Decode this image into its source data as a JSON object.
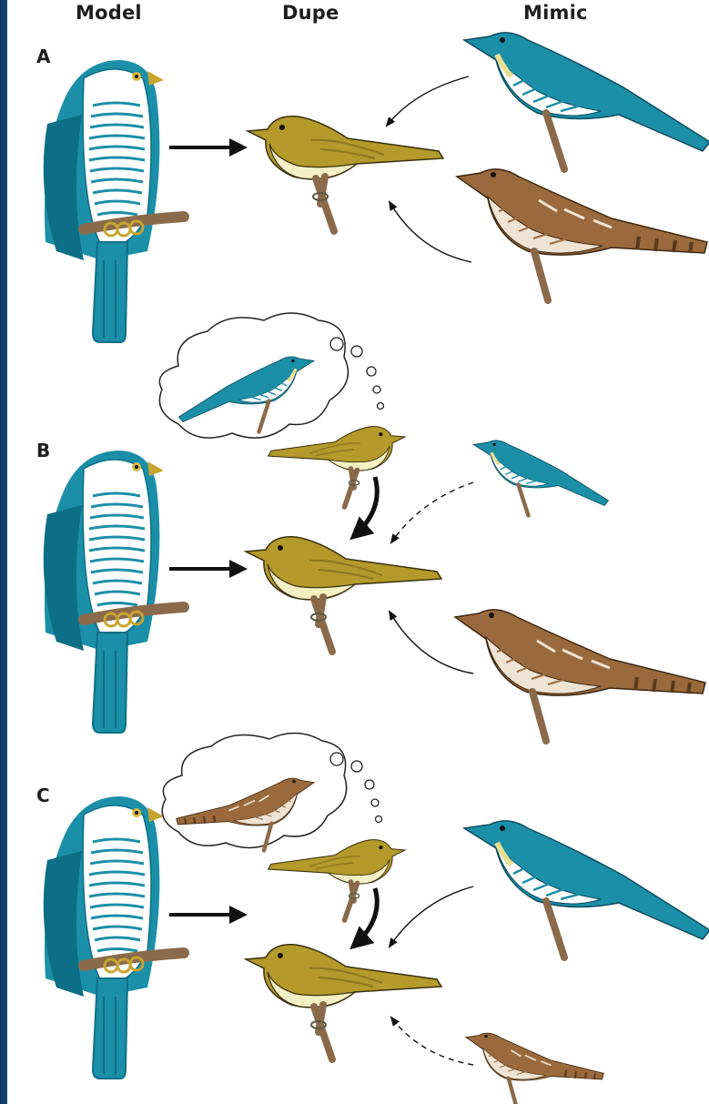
{
  "headers": {
    "model": "Model",
    "dupe": "Dupe",
    "mimic": "Mimic"
  },
  "rows": [
    {
      "label": "A",
      "thought": null,
      "mimic_arrows": [
        "solid",
        "solid"
      ]
    },
    {
      "label": "B",
      "thought": "blue-cuckoo",
      "mimic_arrows": [
        "dashed",
        "solid"
      ]
    },
    {
      "label": "C",
      "thought": "brown-cuckoo",
      "mimic_arrows": [
        "solid",
        "dashed"
      ]
    }
  ],
  "colors": {
    "frame": "#0e3a66",
    "hawk_blue": "#1b8fa8",
    "hawk_dark": "#0d6f86",
    "warbler": "#b49a2a",
    "warbler_belly": "#f4efc4",
    "rufous": "#9a6a3c",
    "rufous_light": "#efe3d3",
    "branch": "#8a6a4a"
  }
}
